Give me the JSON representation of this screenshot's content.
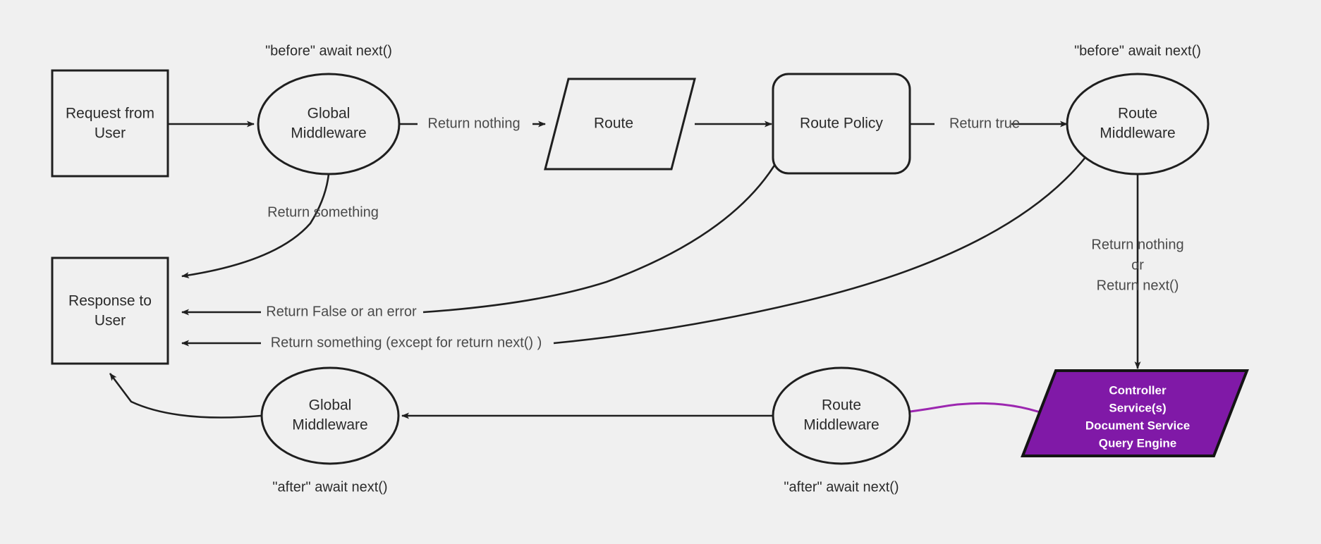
{
  "diagram": {
    "title": "Request lifecycle middleware flow",
    "background_color": "#f0f0f0",
    "stroke_color": "#1f1f1f",
    "accent_color": "#8019a7",
    "accent_edge_color": "#9c27b0"
  },
  "nodes": {
    "request_from_user": {
      "line1": "Request from",
      "line2": "User",
      "shape": "rectangle"
    },
    "global_middleware_before": {
      "line1": "Global",
      "line2": "Middleware",
      "shape": "ellipse"
    },
    "route": {
      "line1": "Route",
      "shape": "parallelogram"
    },
    "route_policy": {
      "line1": "Route Policy",
      "shape": "rounded-rectangle"
    },
    "route_middleware_before": {
      "line1": "Route",
      "line2": "Middleware",
      "shape": "ellipse"
    },
    "controller_services": {
      "line1": "Controller",
      "line2": "Service(s)",
      "line3": "Document Service",
      "line4": "Query Engine",
      "shape": "parallelogram"
    },
    "route_middleware_after": {
      "line1": "Route",
      "line2": "Middleware",
      "shape": "ellipse"
    },
    "global_middleware_after": {
      "line1": "Global",
      "line2": "Middleware",
      "shape": "ellipse"
    },
    "response_to_user": {
      "line1": "Response to",
      "line2": "User",
      "shape": "rectangle"
    }
  },
  "captions": {
    "global_before": "\"before\" await next()",
    "route_before": "\"before\" await next()",
    "global_after": "\"after\" await next()",
    "route_after": "\"after\" await next()"
  },
  "edge_labels": {
    "return_nothing": "Return nothing",
    "return_true": "Return true",
    "return_something_global": "Return something",
    "return_false_or_error": "Return False or an error",
    "return_something_except": "Return something (except for return next() )",
    "return_nothing_or_next_l1": "Return nothing",
    "return_nothing_or_next_l2": "or",
    "return_nothing_or_next_l3": "Return next()"
  }
}
